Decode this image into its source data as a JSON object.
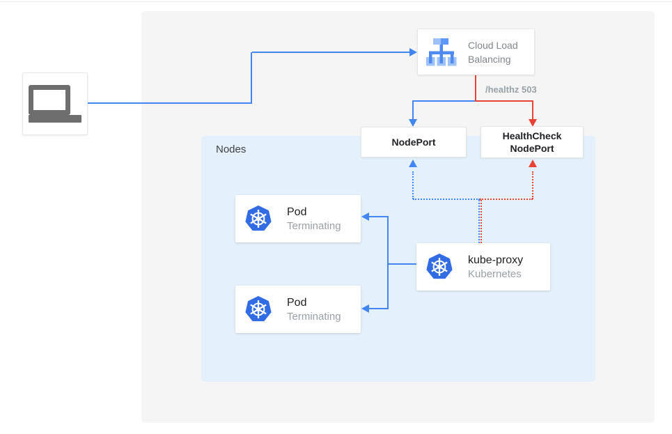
{
  "colors": {
    "blue": "#4285f4",
    "red": "#ea4335",
    "kubernetes_blue": "#326ce5",
    "outer_panel_bg": "#f5f5f5",
    "nodes_panel_bg": "#e4f0fb"
  },
  "client": {
    "icon": "laptop-icon"
  },
  "clb": {
    "line1": "Cloud Load",
    "line2": "Balancing",
    "icon": "load-balancer-icon"
  },
  "healthz_label": "/healthz 503",
  "nodeport": {
    "label": "NodePort"
  },
  "healthcheck": {
    "line1": "HealthCheck",
    "line2": "NodePort"
  },
  "nodes_panel": {
    "label": "Nodes"
  },
  "pods": [
    {
      "title": "Pod",
      "subtitle": "Terminating",
      "icon": "kubernetes-icon"
    },
    {
      "title": "Pod",
      "subtitle": "Terminating",
      "icon": "kubernetes-icon"
    }
  ],
  "kube_proxy": {
    "title": "kube-proxy",
    "subtitle": "Kubernetes",
    "icon": "kubernetes-icon"
  }
}
